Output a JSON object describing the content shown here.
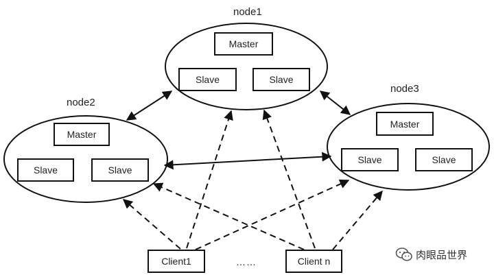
{
  "nodes": {
    "node1": {
      "label": "node1",
      "master": "Master",
      "slave_a": "Slave",
      "slave_b": "Slave"
    },
    "node2": {
      "label": "node2",
      "master": "Master",
      "slave_a": "Slave",
      "slave_b": "Slave"
    },
    "node3": {
      "label": "node3",
      "master": "Master",
      "slave_a": "Slave",
      "slave_b": "Slave"
    }
  },
  "clients": {
    "client1": "Client1",
    "ellipsis": "……",
    "clientn": "Client n"
  },
  "watermark": {
    "text": "肉眼品世界",
    "icon": "wechat-icon"
  },
  "style": {
    "stroke": "#111111",
    "background": "#ffffff"
  }
}
